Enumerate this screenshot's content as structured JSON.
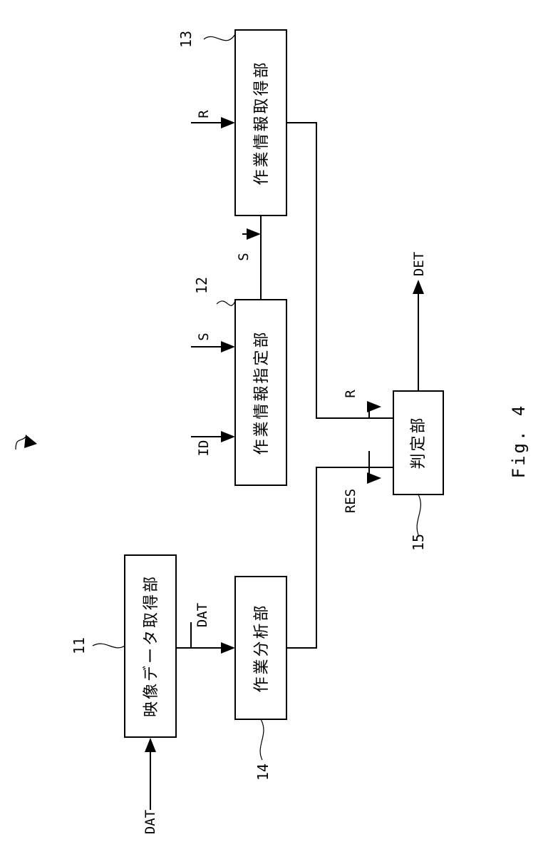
{
  "figure": {
    "caption": "Fig. 4"
  },
  "blocks": {
    "video_data_acquisition": {
      "ref": "11",
      "label": "映像データ取得部"
    },
    "work_info_designation": {
      "ref": "12",
      "label": "作業情報指定部"
    },
    "work_info_acquisition": {
      "ref": "13",
      "label": "作業情報取得部"
    },
    "work_analysis": {
      "ref": "14",
      "label": "作業分析部"
    },
    "determination": {
      "ref": "15",
      "label": "判定部"
    }
  },
  "signals": {
    "dat_in": "DAT",
    "dat_mid": "DAT",
    "id": "ID",
    "s_in": "S",
    "s_mid": "S",
    "r_top": "R",
    "r_judge": "R",
    "res": "RES",
    "det": "DET"
  }
}
